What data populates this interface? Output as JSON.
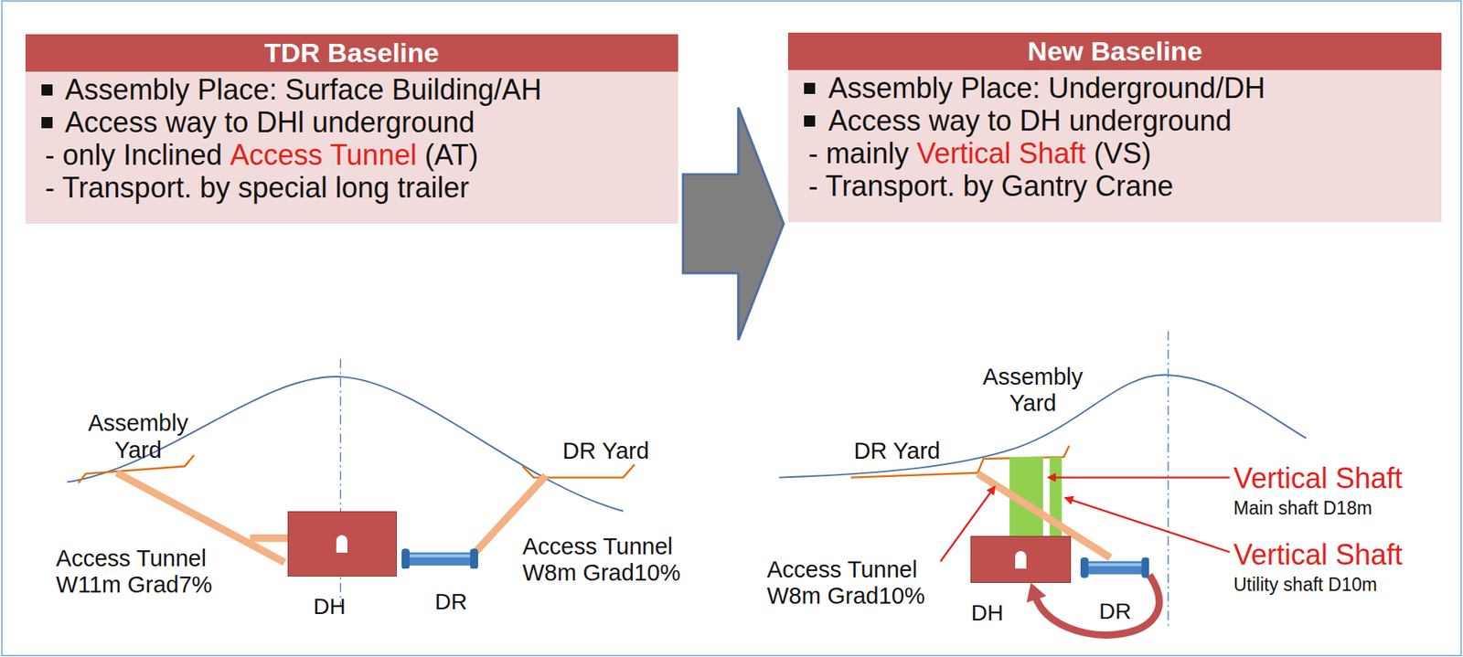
{
  "diagram": {
    "nodes": [
      {
        "text": [
          "TDR Baseline"
        ]
      },
      {
        "text": [
          "Assembly Place: Surface Building/AH",
          "Access way to DHl underground",
          "- only Inclined",
          "Access Tunnel",
          "(AT)",
          "- Transport. by special long trailer"
        ]
      },
      {
        "text": [
          "New Baseline"
        ]
      },
      {
        "text": [
          "Assembly Place: Underground/DH",
          "Access way to DH underground",
          "- mainly",
          "Vertical Shaft",
          "(VS)",
          "- Transport. by Gantry Crane"
        ]
      },
      {
        "text": [
          "DH"
        ]
      },
      {
        "text": [
          "DR"
        ]
      },
      {
        "text": [
          "DH"
        ]
      },
      {
        "text": [
          "DR"
        ]
      }
    ],
    "edges": [
      {
        "from": 1,
        "to": 3,
        "arrow": "to"
      },
      {
        "from": 7,
        "to": 6,
        "arrow": "to"
      }
    ],
    "labels": [
      "Assembly Yard",
      "DR Yard",
      "Access Tunnel W11m Grad7%",
      "Access Tunnel W8m Grad10%",
      "DR Yard",
      "Assembly Yard",
      "Access Tunnel W8m Grad10%",
      "Vertical Shaft",
      "Main shaft D18m",
      "Vertical Shaft",
      "Utility shaft D10m"
    ]
  }
}
